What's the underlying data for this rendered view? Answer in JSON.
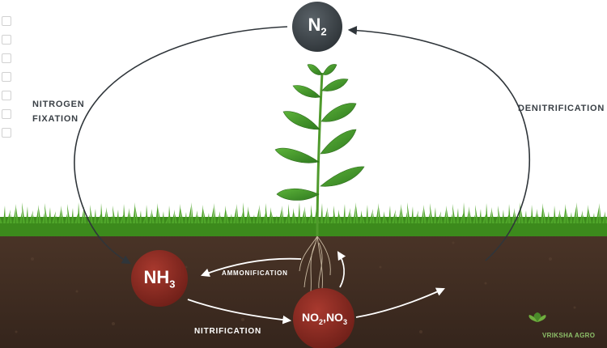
{
  "diagram": {
    "nodes": {
      "n2": {
        "base": "N",
        "sub": "2"
      },
      "nh3": {
        "base": "NH",
        "sub": "3"
      },
      "no": {
        "part1": "NO",
        "sub1": "2",
        "sep": ",",
        "part2": "NO",
        "sub2": "3"
      }
    },
    "labels": {
      "nitrogen_fixation_line1": "NITROGEN",
      "nitrogen_fixation_line2": "FIXATION",
      "denitrification": "DENITRIFICATION",
      "ammonification": "AMMONIFICATION",
      "nitrification": "NITRIFICATION"
    },
    "logo": {
      "text": "VRIKSHA AGRO",
      "accent": "#4a8a2a"
    }
  },
  "colors": {
    "n2_node": "#3d4449",
    "soil_node": "#8e2b22",
    "soil": "#3f2c22",
    "grass": "#3c8a1c",
    "arrow_dark": "#2f353a",
    "arrow_light": "#ffffff"
  }
}
